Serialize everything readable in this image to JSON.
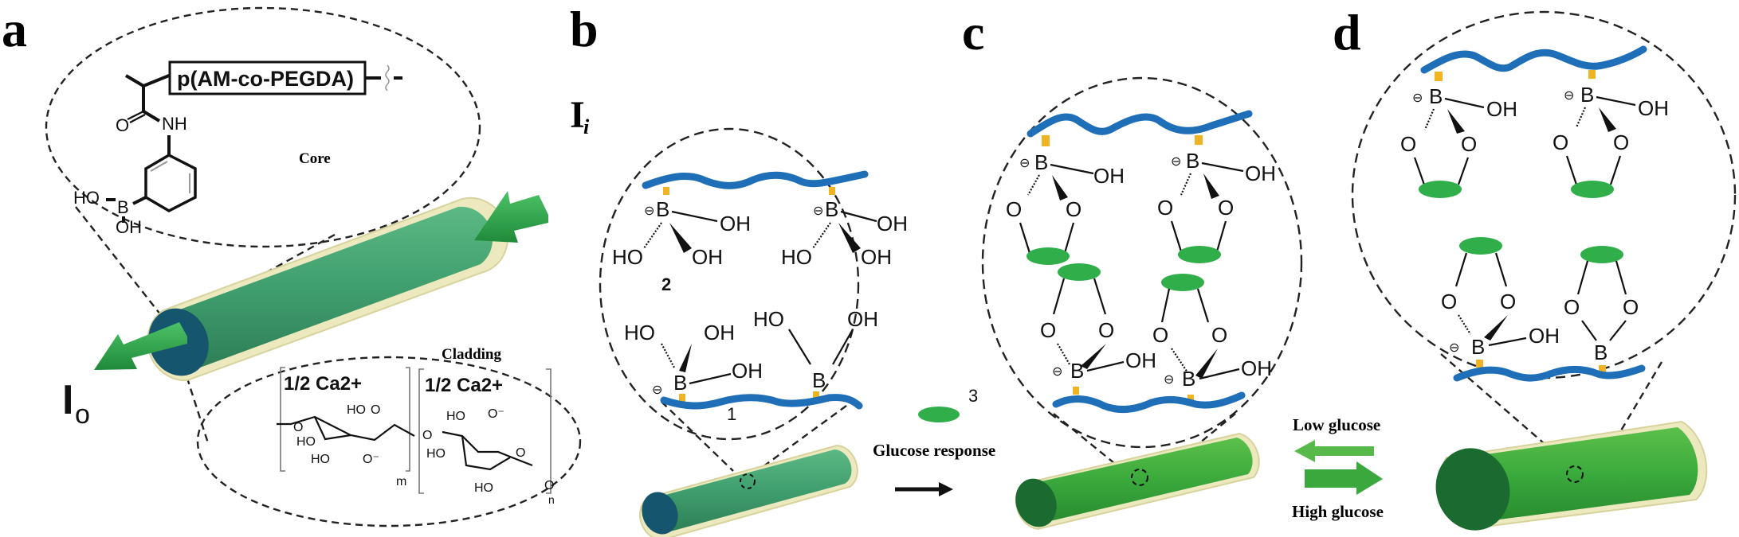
{
  "figure": {
    "panels": [
      {
        "id": "a",
        "label": "a"
      },
      {
        "id": "b",
        "label": "b"
      },
      {
        "id": "c",
        "label": "c"
      },
      {
        "id": "d",
        "label": "d"
      }
    ],
    "colors": {
      "polymer_backbone": "#1f6fb8",
      "linker": "#f0b323",
      "glucose": "#2fae4a",
      "core_fiber": "#3f9e6e",
      "core_fiber_swollen": "#39a83c",
      "cladding": "#ece9be",
      "fiber_end_initial": "#16556e",
      "fiber_end_swollen": "#1b6b30",
      "light_arrow": "#2ea84a"
    }
  },
  "panel_a": {
    "polymer_name": "p(AM-co-PEGDA)",
    "core_label": "Core",
    "cladding_label": "Cladding",
    "input_light_label": "I",
    "input_light_sub": "i",
    "output_light_label": "I",
    "output_light_sub": "o",
    "monomer_atoms": {
      "carbonyl_o": "O",
      "amide": "NH",
      "boron": "B",
      "ho": "HO",
      "oh": "OH"
    },
    "alginate": {
      "counterion_1": "1/2 Ca2+",
      "counterion_2": "1/2 Ca2+",
      "repeat_m": "m",
      "repeat_n": "n",
      "atoms": [
        "O",
        "HO",
        "O",
        "HO",
        "HO",
        "O⁻",
        "O",
        "HO",
        "O",
        "O",
        "HO",
        "HO",
        "O"
      ]
    }
  },
  "panel_b": {
    "species_1_label": "1",
    "species_2_label": "2",
    "species_3_label": "3",
    "glucose_response_label": "Glucose response",
    "charge_symbol": "⊖",
    "boron": "B",
    "oh": "OH",
    "ho": "HO"
  },
  "panel_c": {
    "charge_symbol": "⊖",
    "boron": "B",
    "oh": "OH",
    "o": "O"
  },
  "panel_d": {
    "low_glucose_label": "Low glucose",
    "high_glucose_label": "High glucose",
    "charge_symbol": "⊖",
    "boron": "B",
    "oh": "OH",
    "o": "O"
  }
}
